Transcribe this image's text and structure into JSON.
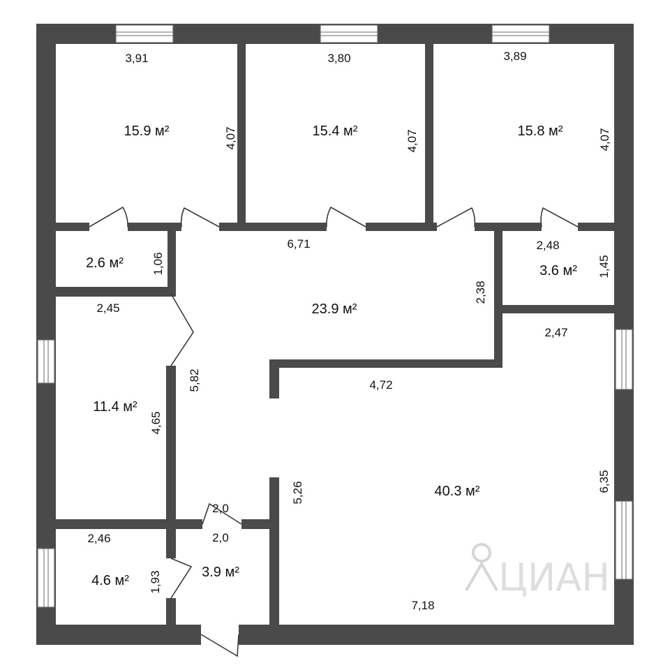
{
  "rooms": [
    {
      "id": "bedroom-1",
      "area": "15.9 м²"
    },
    {
      "id": "bedroom-2",
      "area": "15.4 м²"
    },
    {
      "id": "bedroom-3",
      "area": "15.8 м²"
    },
    {
      "id": "closet-1",
      "area": "2.6 м²"
    },
    {
      "id": "hall",
      "area": "23.9 м²"
    },
    {
      "id": "closet-2",
      "area": "3.6 м²"
    },
    {
      "id": "room-4",
      "area": "11.4 м²"
    },
    {
      "id": "living",
      "area": "40.3 м²"
    },
    {
      "id": "bath",
      "area": "4.6 м²"
    },
    {
      "id": "vestibule",
      "area": "3.9 м²"
    }
  ],
  "dimensions": {
    "bedroom1_w": "3,91",
    "bedroom1_h": "4,07",
    "bedroom2_w": "3,80",
    "bedroom2_h": "4,07",
    "bedroom3_w": "3,89",
    "bedroom3_h": "4,07",
    "hall_w": "6,71",
    "closet1_h": "1,06",
    "closet2_w": "2,48",
    "closet2_h": "1,45",
    "hall_h": "2,38",
    "room4_w": "2,45",
    "living_top_w": "2,47",
    "corridor_h": "5,82",
    "partition_w": "4,72",
    "room4_h": "4,65",
    "living_h_right": "6,35",
    "living_h_left": "5,26",
    "vest_top_w": "2,0",
    "vest_w": "2,0",
    "bath_w": "2,46",
    "bath_h": "1,93",
    "living_w": "7,18"
  },
  "watermark": "ЦИАН"
}
